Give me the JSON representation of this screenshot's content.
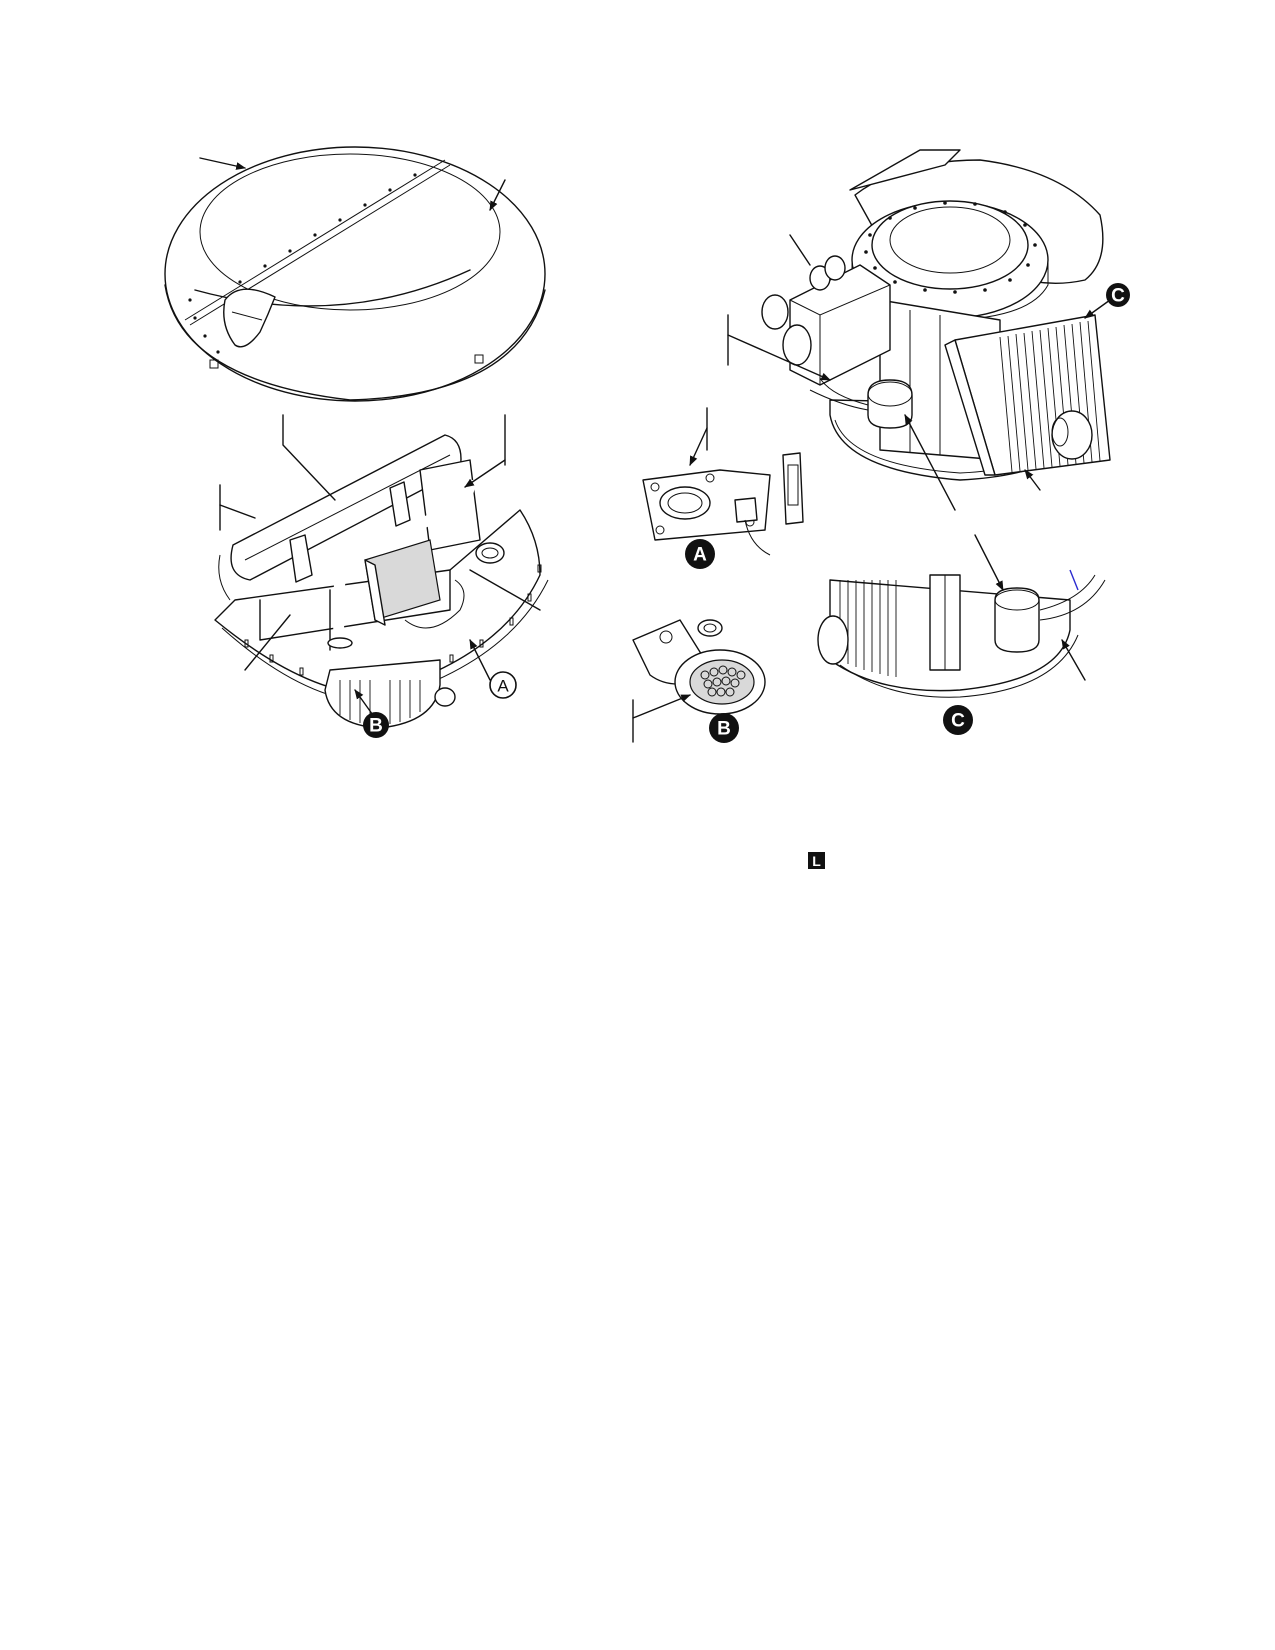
{
  "callouts": {
    "left_a": "A",
    "left_b": "B",
    "detail_a": "A",
    "detail_b": "B",
    "right_c_arrow": "C",
    "detail_c": "C"
  },
  "mark": "L"
}
